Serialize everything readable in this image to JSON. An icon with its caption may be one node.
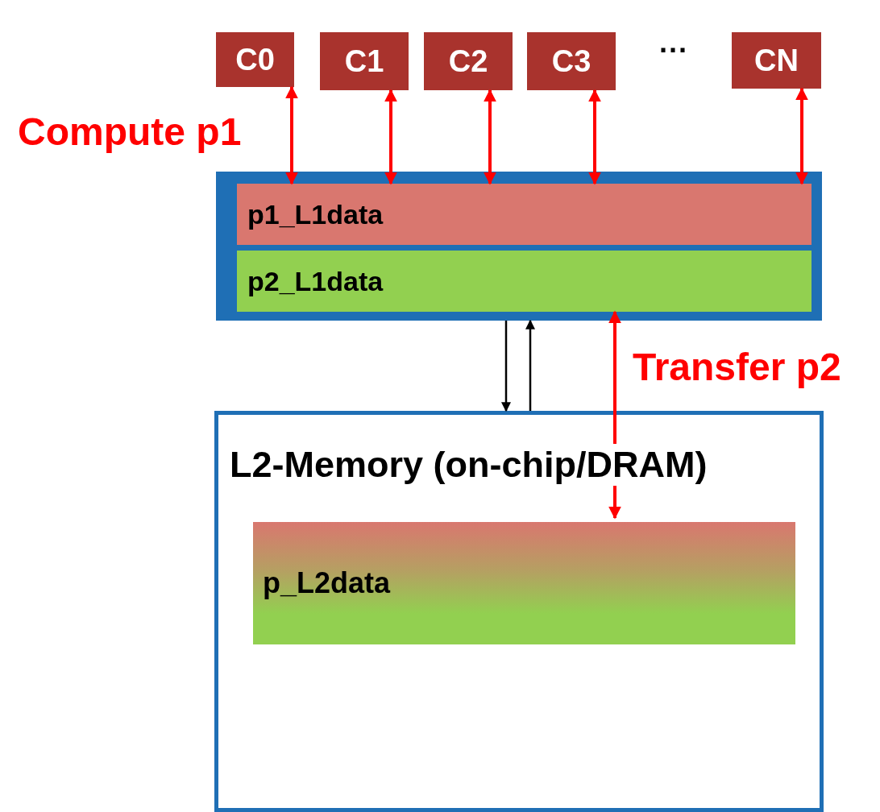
{
  "diagram": {
    "nodes": [
      {
        "text": [
          "C0"
        ]
      },
      {
        "text": [
          "C1"
        ]
      },
      {
        "text": [
          "C2"
        ]
      },
      {
        "text": [
          "C3"
        ]
      },
      {
        "text": [
          "CN"
        ]
      },
      {
        "text": [],
        "shape": "box"
      },
      {
        "text": [
          "p1_L1data"
        ],
        "in": 5
      },
      {
        "text": [
          "p2_L1data"
        ],
        "in": 5
      },
      {
        "text": [
          "L2-Memory (on-chip/DRAM)"
        ]
      },
      {
        "text": [
          "p_L2data"
        ],
        "in": 8
      }
    ],
    "edges": [
      {
        "from": 0,
        "to": 6,
        "arrow": "both"
      },
      {
        "from": 1,
        "to": 6,
        "arrow": "both"
      },
      {
        "from": 2,
        "to": 6,
        "arrow": "both"
      },
      {
        "from": 3,
        "to": 6,
        "arrow": "both"
      },
      {
        "from": 4,
        "to": 6,
        "arrow": "both"
      },
      {
        "from": 5,
        "to": 8,
        "arrow": "to",
        "color": "#000000"
      },
      {
        "from": 8,
        "to": 5,
        "arrow": "to",
        "color": "#000000"
      },
      {
        "from": 7,
        "to": 9,
        "arrow": "both"
      }
    ],
    "labels": [
      "···",
      "Compute p1",
      "Transfer p2"
    ]
  }
}
